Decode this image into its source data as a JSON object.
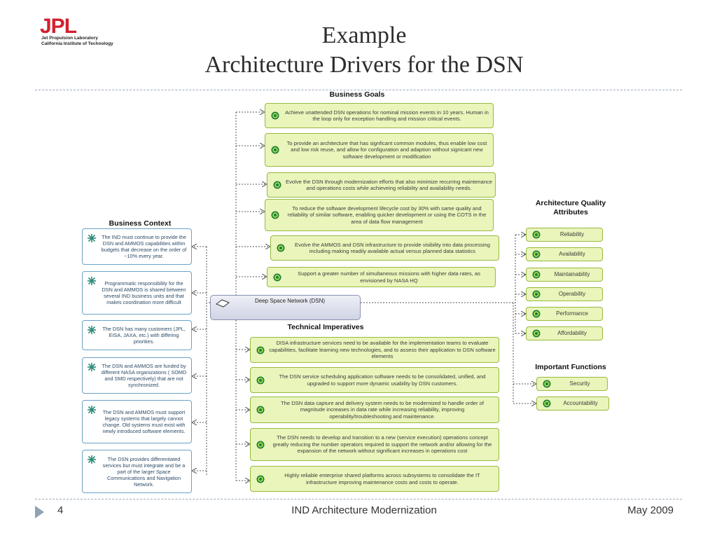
{
  "logo": {
    "mark": "JPL",
    "line1": "Jet Propulsion Laboratory",
    "line2": "California Institute of Technology"
  },
  "title": {
    "line1": "Example",
    "line2": "Architecture Drivers for the DSN"
  },
  "diagram": {
    "center_node": "Deep Space Network (DSN)",
    "business_goals": {
      "header": "Business Goals",
      "items": [
        "Achieve unattended DSN operations for nominal mission events in 10 years. Human in the loop only for exception handling and mission critical events.",
        "To provide an architecture that has signficant common modules, thus enable low cost and low risk reuse, and allow for configuration and adaption without signicant new software development or modification",
        "Evolve the DSN through modernization efforts that also minimize recurring maintenance and operations costs while achieveing reliability and availability needs.",
        "To reduce the software development lifecycle cost by 30% with same quality and reliability of similar software, enabling quicker development or using the COTS in the area of data flow management",
        "Evolve the AMMOS and DSN infrastructure to provide visibility into data processing including making readily available actual versus planned data statistics",
        "Support a greater number of simultaneous missions with higher data rates, as envisioned by NASA HQ"
      ]
    },
    "business_context": {
      "header": "Business Context",
      "items": [
        "The IND must continue to provide the DSN and AMMOS capabilities within budgets that decrease on the order of ~10% every year.",
        "Programmatic responsibility for the DSN and AMMOS is shared between several IND business units and that makes coordination more difficult",
        "The DSN has many customers (JPL, EISA, JAXA, etc.) with differing priorities.",
        "The DSN and AMMOS are funded by different NASA organizations ( SOMD and SMD respectively) that are not synchronized.",
        "The DSN and AMMOS must support legacy systems that largely cannot change. Old systems must exist with newly introduced software elements.",
        "The DSN provides differentiated services but must integrate and be a part of the larger Space Communications and Navigation Network."
      ]
    },
    "technical_imperatives": {
      "header": "Technical Imperatives",
      "items": [
        "DISA infrastructure services need to be available for the implementation teams to evaluate capabilities, facilitate learning new technologies, and to assess their application to DSN software elements",
        "The DSN service scheduling application software needs to be consolidated, unified, and upgraded to support more dynamic usability by DSN customers.",
        "The DSN data capture and delivery system needs to be modernized to handle order of magnitude increases in data rate while increasing reliability, improving operability/troubleshooting and maintenance.",
        "The DSN needs to develop and transition to a new (service execution) operations concept greatly reducing the number operators required to support the network and/or allowing for the expansion of the network without significant increases in operations cost",
        "Highly reliable enterprise shared platforms across subsystems to consolidate the IT infrastructure improving maintenance costs and costs to operate."
      ]
    },
    "quality_attributes": {
      "header_line1": "Architecture Quality",
      "header_line2": "Attributes",
      "items": [
        "Reliability",
        "Availability",
        "Maintainability",
        "Operability",
        "Performance",
        "Affordability"
      ]
    },
    "important_functions": {
      "header": "Important Functions",
      "items": [
        "Security",
        "Accountability"
      ]
    }
  },
  "footer": {
    "page": "4",
    "center": "IND Architecture Modernization",
    "date": "May 2009"
  }
}
